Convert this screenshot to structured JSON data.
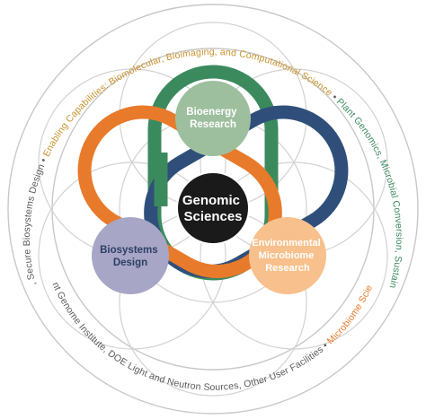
{
  "center": {
    "line1": "Genomic",
    "line2": "Sciences",
    "fill": "#1a1a1a",
    "text_color": "#ffffff"
  },
  "nodes": {
    "bioenergy": {
      "line1": "Bioenergy",
      "line2": "Research",
      "fill": "#9dbf9e",
      "text_color": "#ffffff",
      "loop_color": "#3b8a5e"
    },
    "biosystems": {
      "line1": "Biosystems",
      "line2": "Design",
      "fill": "#a7a6c6",
      "text_color": "#2e3f63",
      "loop_color": "#2f4f7a"
    },
    "microbiome": {
      "line1": "Environmental",
      "line2": "Microbiome",
      "line3": "Research",
      "fill": "#f7c08c",
      "text_color": "#ffffff",
      "loop_color": "#e87a2b"
    }
  },
  "ring": {
    "upper": [
      {
        "text": "Synthetic Biology, Secure Biosystems Design",
        "color": "#5a5a5a"
      },
      {
        "text": " • ",
        "color": "#5a5a5a"
      },
      {
        "text": "Enabling Capabilities: Biomolecular, Bioimaging, and Computational Science",
        "color": "#c9922e"
      },
      {
        "text": " • ",
        "color": "#5a5a5a"
      },
      {
        "text": "Plant Genomics, Microbial Conversion, Sustainable Bioenergy",
        "color": "#3b8a5e"
      },
      {
        "text": " •",
        "color": "#5a5a5a"
      }
    ],
    "lower": [
      {
        "text": "• ",
        "color": "#5a5a5a"
      },
      {
        "text": "Joint Genome Institute, DOE Light and Neutron Sources, Other User Facilities",
        "color": "#5a5a5a"
      },
      {
        "text": " • ",
        "color": "#5a5a5a"
      },
      {
        "text": "Microbiome Science",
        "color": "#e87a2b"
      },
      {
        "text": " •",
        "color": "#5a5a5a"
      }
    ]
  }
}
